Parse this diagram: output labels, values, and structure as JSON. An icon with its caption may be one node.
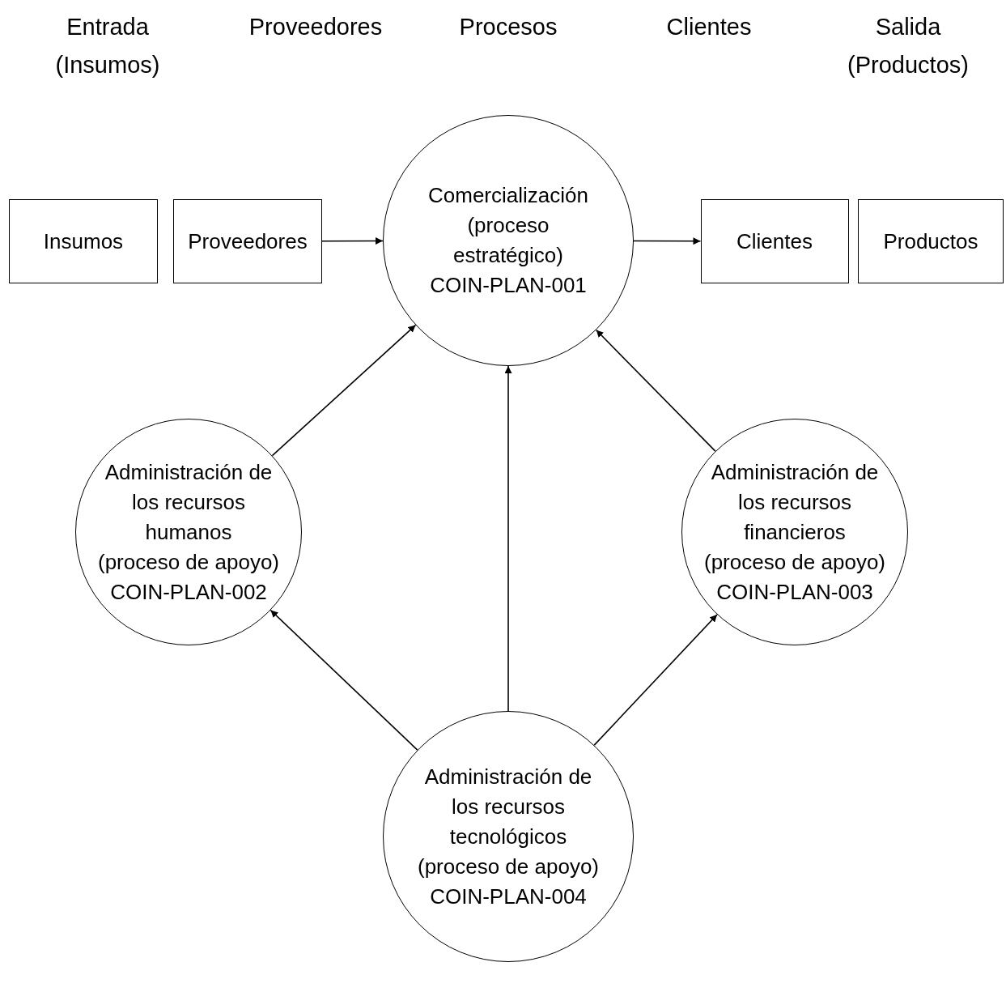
{
  "diagram": {
    "nodes": [
      {
        "text": [
          "Insumos"
        ]
      },
      {
        "text": [
          "Proveedores"
        ]
      },
      {
        "text": [
          "Comercialización",
          "(proceso estratégico)",
          "COIN-PLAN-001"
        ]
      },
      {
        "text": [
          "Clientes"
        ]
      },
      {
        "text": [
          "Productos"
        ]
      },
      {
        "text": [
          "Administración de los recursos humanos",
          "(proceso de apoyo)",
          "COIN-PLAN-002"
        ]
      },
      {
        "text": [
          "Administración de los recursos financieros",
          "(proceso de apoyo)",
          "COIN-PLAN-003"
        ]
      },
      {
        "text": [
          "Administración de los recursos tecnológicos",
          "(proceso de apoyo)",
          "COIN-PLAN-004"
        ]
      }
    ],
    "edges": [
      {
        "from": 1,
        "to": 2,
        "arrow": "to"
      },
      {
        "from": 2,
        "to": 3,
        "arrow": "to"
      },
      {
        "from": 5,
        "to": 2,
        "arrow": "to"
      },
      {
        "from": 7,
        "to": 2,
        "arrow": "to"
      },
      {
        "from": 6,
        "to": 2,
        "arrow": "to"
      },
      {
        "from": 7,
        "to": 5,
        "arrow": "to"
      },
      {
        "from": 7,
        "to": 6,
        "arrow": "to"
      }
    ],
    "labels": [
      "Entrada (Insumos)",
      "Proveedores",
      "Procesos",
      "Clientes",
      "Salida (Productos)"
    ]
  }
}
